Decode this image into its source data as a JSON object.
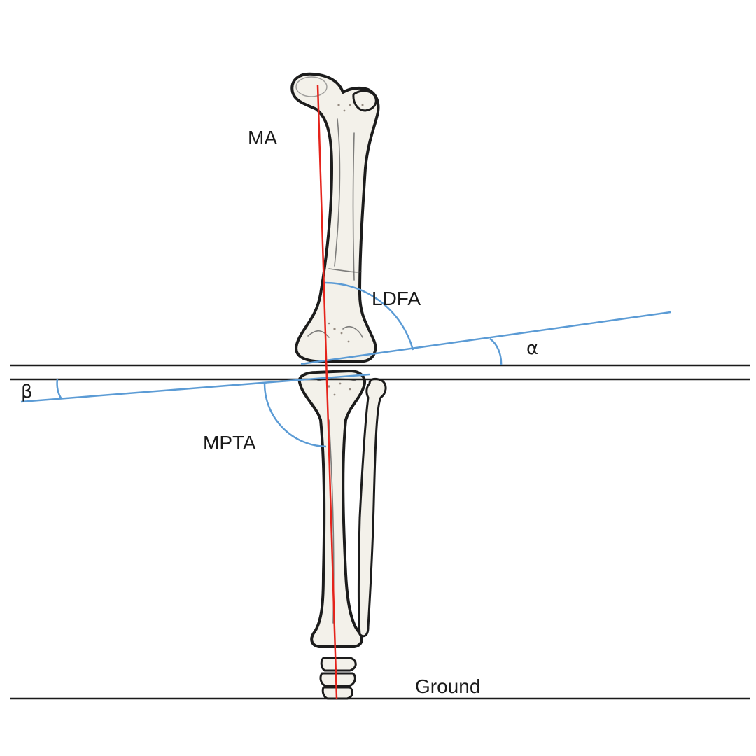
{
  "labels": {
    "mechanical_axis": "MA",
    "ldfa": "LDFA",
    "mpta": "MPTA",
    "alpha": "α",
    "beta": "β",
    "ground": "Ground"
  },
  "colors": {
    "mechanical_axis_line": "#e5231b",
    "joint_lines": "#5b9bd5",
    "reference_lines": "#1a1a1a",
    "bone_fill": "#f3f1ea"
  }
}
